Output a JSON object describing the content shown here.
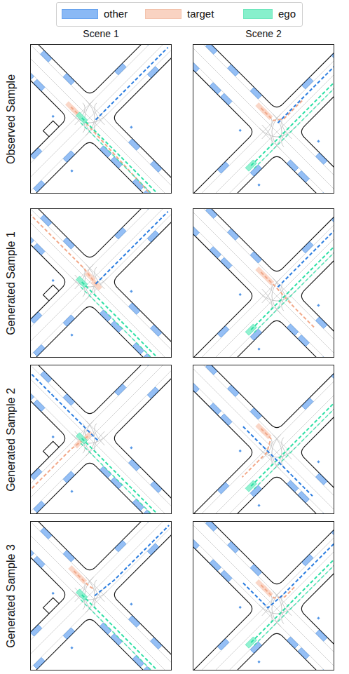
{
  "diagram": {
    "labels": [
      "Scene 1",
      "Scene 2",
      "Observed Sample",
      "Generated Sample 1",
      "Generated Sample 2",
      "Generated Sample 3"
    ],
    "legend": [
      {
        "text": "other",
        "color": "#8ab9f5"
      },
      {
        "text": "target",
        "color": "#f9d3c2"
      },
      {
        "text": "ego",
        "color": "#87f0cc"
      }
    ]
  }
}
